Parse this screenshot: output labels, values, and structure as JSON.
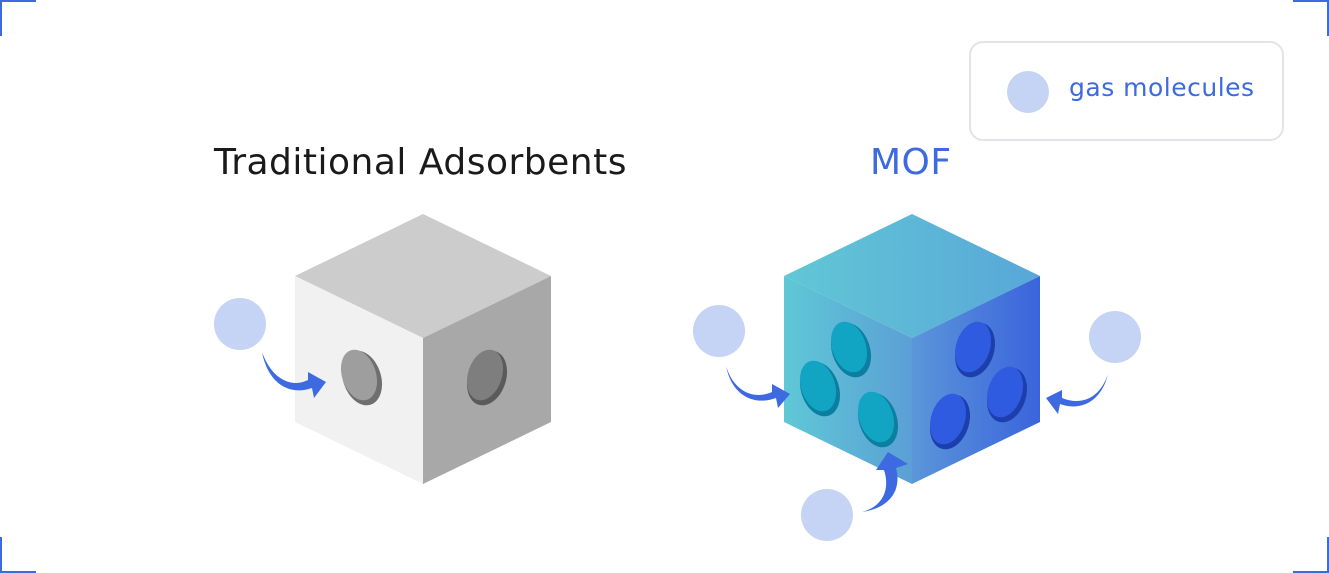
{
  "titles": {
    "traditional": "Traditional Adsorbents",
    "mof": "MOF"
  },
  "legend": {
    "label": "gas molecules",
    "icon": "gas-molecule-icon"
  },
  "colors": {
    "accent": "#3d6ae0",
    "molecule": "#c5d3f4",
    "frame_corners": "#3d6ae0"
  }
}
